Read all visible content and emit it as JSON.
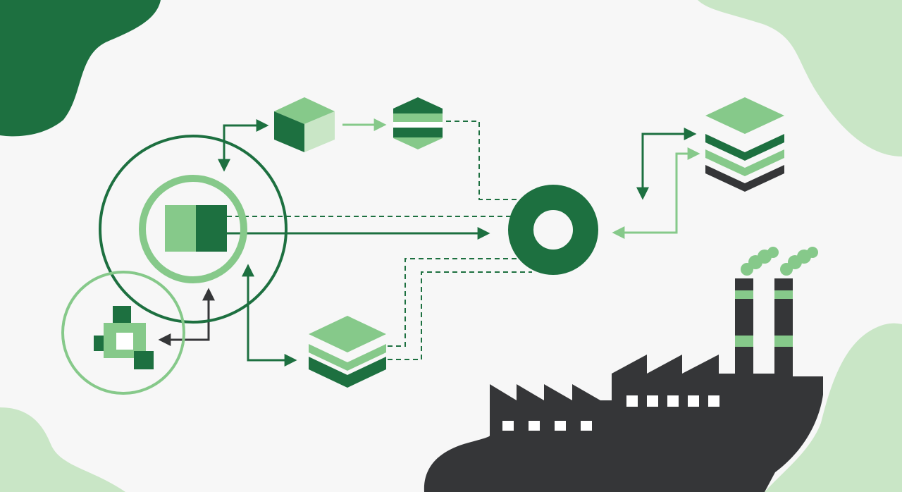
{
  "colors": {
    "background": "#f7f7f7",
    "dark_green": "#1d7040",
    "mid_green": "#2e8b4f",
    "light_green": "#86c98a",
    "pale_green": "#c9e6c6",
    "charcoal": "#353638",
    "window": "#ffffff"
  },
  "decorations": [
    "corner-blob-top-left",
    "corner-blob-top-right",
    "corner-blob-bottom-left",
    "corner-blob-bottom-right"
  ],
  "nodes": [
    {
      "id": "source-square",
      "icon": "split-square-icon"
    },
    {
      "id": "pixel-cluster",
      "icon": "pixel-cluster-icon"
    },
    {
      "id": "cube",
      "icon": "cube-icon"
    },
    {
      "id": "hexagon",
      "icon": "striped-hexagon-icon"
    },
    {
      "id": "layer-stack-bottom",
      "icon": "two-layer-stack-icon"
    },
    {
      "id": "ring-hub",
      "icon": "ring-icon"
    },
    {
      "id": "layer-stack-right",
      "icon": "four-layer-stack-icon"
    },
    {
      "id": "factory",
      "icon": "factory-icon"
    }
  ],
  "connections": [
    {
      "from": "source-square",
      "to": "ring-hub",
      "style": "solid"
    },
    {
      "from": "source-square",
      "to": "cube",
      "style": "solid"
    },
    {
      "from": "cube",
      "to": "hexagon",
      "style": "solid-light"
    },
    {
      "from": "hexagon",
      "to": "ring-hub",
      "style": "dashed"
    },
    {
      "from": "source-square",
      "to": "ring-hub",
      "style": "dashed"
    },
    {
      "from": "layer-stack-bottom",
      "to": "ring-hub",
      "style": "dashed"
    },
    {
      "from": "source-square",
      "to": "layer-stack-bottom",
      "style": "solid"
    },
    {
      "from": "pixel-cluster",
      "to": "source-square",
      "style": "solid-charcoal"
    },
    {
      "from": "layer-stack-right",
      "to": "ring-hub",
      "style": "solid-light"
    },
    {
      "from": "layer-stack-right",
      "to": "layer-stack-right-down",
      "style": "solid"
    }
  ]
}
